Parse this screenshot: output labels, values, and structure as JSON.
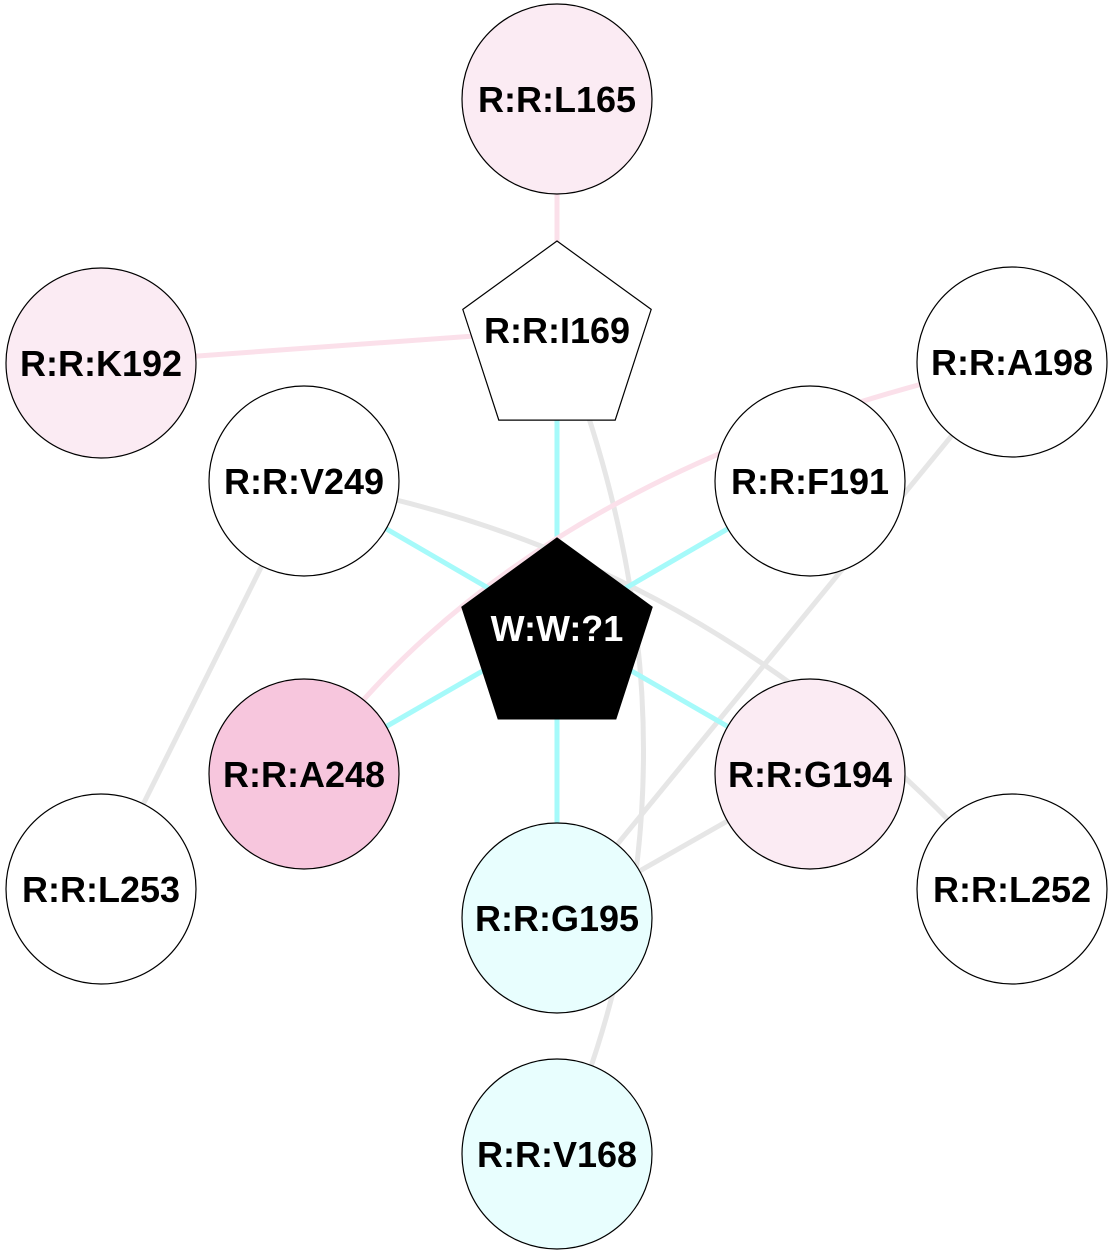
{
  "colors": {
    "edge_gray": "#e6e6e6",
    "edge_cyan": "#a6fafa",
    "edge_pink": "#fbe0ea",
    "node_white": "#ffffff",
    "node_pink_light": "#fbebf3",
    "node_pink": "#f7c6dd",
    "node_cyan_light": "#e8fefe",
    "node_black": "#000000",
    "stroke": "#000000",
    "text_dark": "#000000",
    "text_light": "#ffffff"
  },
  "nodes": [
    {
      "id": "L165",
      "label": "R:R:L165",
      "shape": "circle",
      "fill": "#fbebf3"
    },
    {
      "id": "I169",
      "label": "R:R:I169",
      "shape": "pentagon",
      "fill": "#ffffff"
    },
    {
      "id": "K192",
      "label": "R:R:K192",
      "shape": "circle",
      "fill": "#fbebf3"
    },
    {
      "id": "A198",
      "label": "R:R:A198",
      "shape": "circle",
      "fill": "#ffffff"
    },
    {
      "id": "V249",
      "label": "R:R:V249",
      "shape": "circle",
      "fill": "#ffffff"
    },
    {
      "id": "F191",
      "label": "R:R:F191",
      "shape": "circle",
      "fill": "#ffffff"
    },
    {
      "id": "W1",
      "label": "W:W:?1",
      "shape": "pentagon",
      "fill": "#000000",
      "text": "#ffffff"
    },
    {
      "id": "A248",
      "label": "R:R:A248",
      "shape": "circle",
      "fill": "#f7c6dd"
    },
    {
      "id": "G194",
      "label": "R:R:G194",
      "shape": "circle",
      "fill": "#fbebf3"
    },
    {
      "id": "L253",
      "label": "R:R:L253",
      "shape": "circle",
      "fill": "#ffffff"
    },
    {
      "id": "G195",
      "label": "R:R:G195",
      "shape": "circle",
      "fill": "#e8fefe"
    },
    {
      "id": "L252",
      "label": "R:R:L252",
      "shape": "circle",
      "fill": "#ffffff"
    },
    {
      "id": "V168",
      "label": "R:R:V168",
      "shape": "circle",
      "fill": "#e8fefe"
    }
  ],
  "edges": [
    {
      "from": "L165",
      "to": "I169",
      "color": "pink"
    },
    {
      "from": "K192",
      "to": "I169",
      "color": "pink"
    },
    {
      "from": "I169",
      "to": "W1",
      "color": "cyan"
    },
    {
      "from": "I169",
      "to": "V168",
      "color": "gray",
      "curved": true
    },
    {
      "from": "A198",
      "to": "A248",
      "color": "pink",
      "curved": true
    },
    {
      "from": "A198",
      "to": "G195",
      "color": "gray"
    },
    {
      "from": "V249",
      "to": "W1",
      "color": "cyan"
    },
    {
      "from": "V249",
      "to": "L253",
      "color": "gray"
    },
    {
      "from": "V249",
      "to": "L252",
      "color": "gray",
      "curved": true
    },
    {
      "from": "F191",
      "to": "W1",
      "color": "cyan"
    },
    {
      "from": "A248",
      "to": "W1",
      "color": "cyan"
    },
    {
      "from": "G194",
      "to": "W1",
      "color": "cyan"
    },
    {
      "from": "G194",
      "to": "G195",
      "color": "gray"
    },
    {
      "from": "W1",
      "to": "G195",
      "color": "cyan"
    }
  ]
}
